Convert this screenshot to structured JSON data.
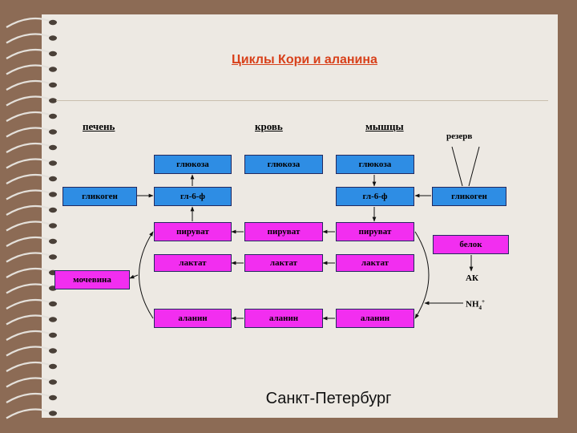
{
  "title": "Циклы Кори и аланина",
  "columns": {
    "liver": "печень",
    "blood": "кровь",
    "muscle": "мышцы"
  },
  "reserve_label": "резерв",
  "liver": {
    "glucose": "глюкоза",
    "g6p": "гл-6-ф",
    "glycogen": "гликоген",
    "pyruvate": "пируват",
    "lactate": "лактат",
    "alanine": "аланин",
    "urea": "мочевина"
  },
  "blood": {
    "glucose": "глюкоза",
    "pyruvate": "пируват",
    "lactate": "лактат",
    "alanine": "аланин"
  },
  "muscle": {
    "glucose": "глюкоза",
    "g6p": "гл-6-ф",
    "glycogen": "гликоген",
    "pyruvate": "пируват",
    "lactate": "лактат",
    "alanine": "аланин",
    "protein": "белок",
    "amino_acids": "АК",
    "ammonium_base": "NH",
    "ammonium_sub": "4",
    "ammonium_sup": "+"
  },
  "footer": "Санкт-Петербург"
}
